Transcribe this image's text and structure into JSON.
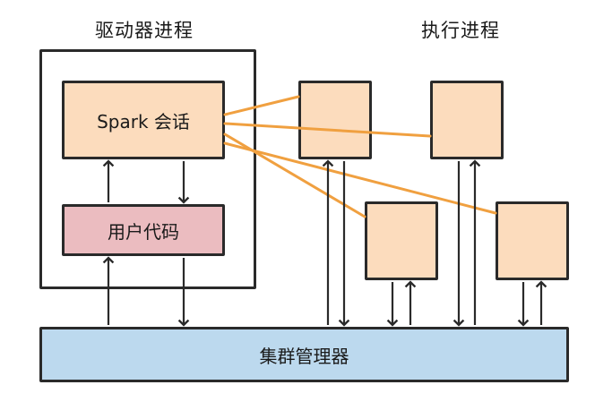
{
  "driver": {
    "title": "驱动器进程",
    "session_label": "Spark 会话",
    "user_code_label": "用户代码"
  },
  "executors": {
    "title": "执行进程"
  },
  "cluster_manager": {
    "label": "集群管理器"
  },
  "colors": {
    "spark_box": "#fcdcbd",
    "user_code_box": "#ebbcc0",
    "cluster_box": "#bcd9ee",
    "executor_box": "#fcdcbd",
    "connection_line": "#f0a040",
    "stroke": "#2a2a2a"
  }
}
